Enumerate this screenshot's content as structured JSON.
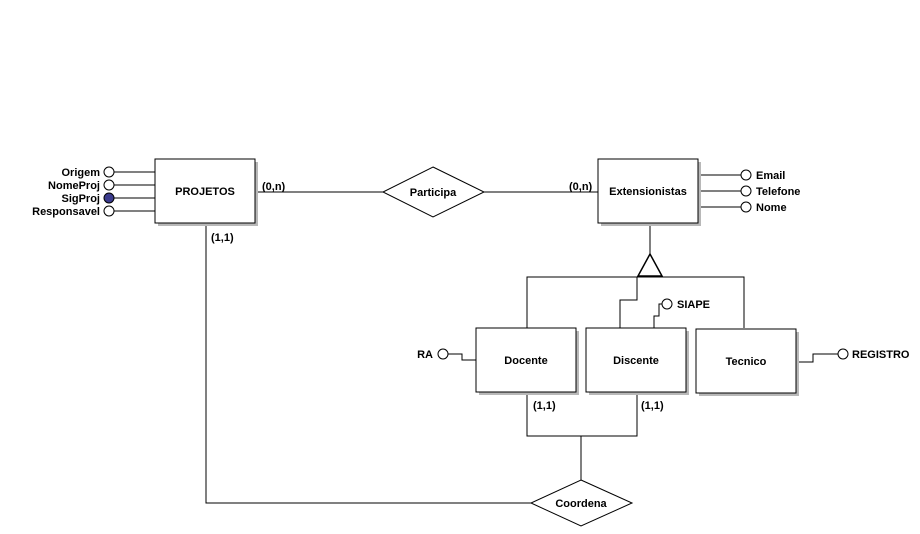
{
  "entities": {
    "projetos": "PROJETOS",
    "extensionistas": "Extensionistas",
    "docente": "Docente",
    "discente": "Discente",
    "tecnico": "Tecnico"
  },
  "relationships": {
    "participa": "Participa",
    "coordena": "Coordena"
  },
  "attributes": {
    "projetos": [
      "Origem",
      "NomeProj",
      "SigProj",
      "Responsavel"
    ],
    "extensionistas": [
      "Email",
      "Telefone",
      "Nome"
    ],
    "docente": "RA",
    "discente": "SIAPE",
    "tecnico": "REGISTRO"
  },
  "cardinalities": {
    "projetos_participa": "(0,n)",
    "participa_extensionistas": "(0,n)",
    "projetos_coordena": "(1,1)",
    "docente_coordena": "(1,1)",
    "discente_coordena": "(1,1)"
  },
  "colors": {
    "key_attribute_fill": "#3a3a8c",
    "line": "#000000",
    "shadow": "#b8b8b8"
  }
}
